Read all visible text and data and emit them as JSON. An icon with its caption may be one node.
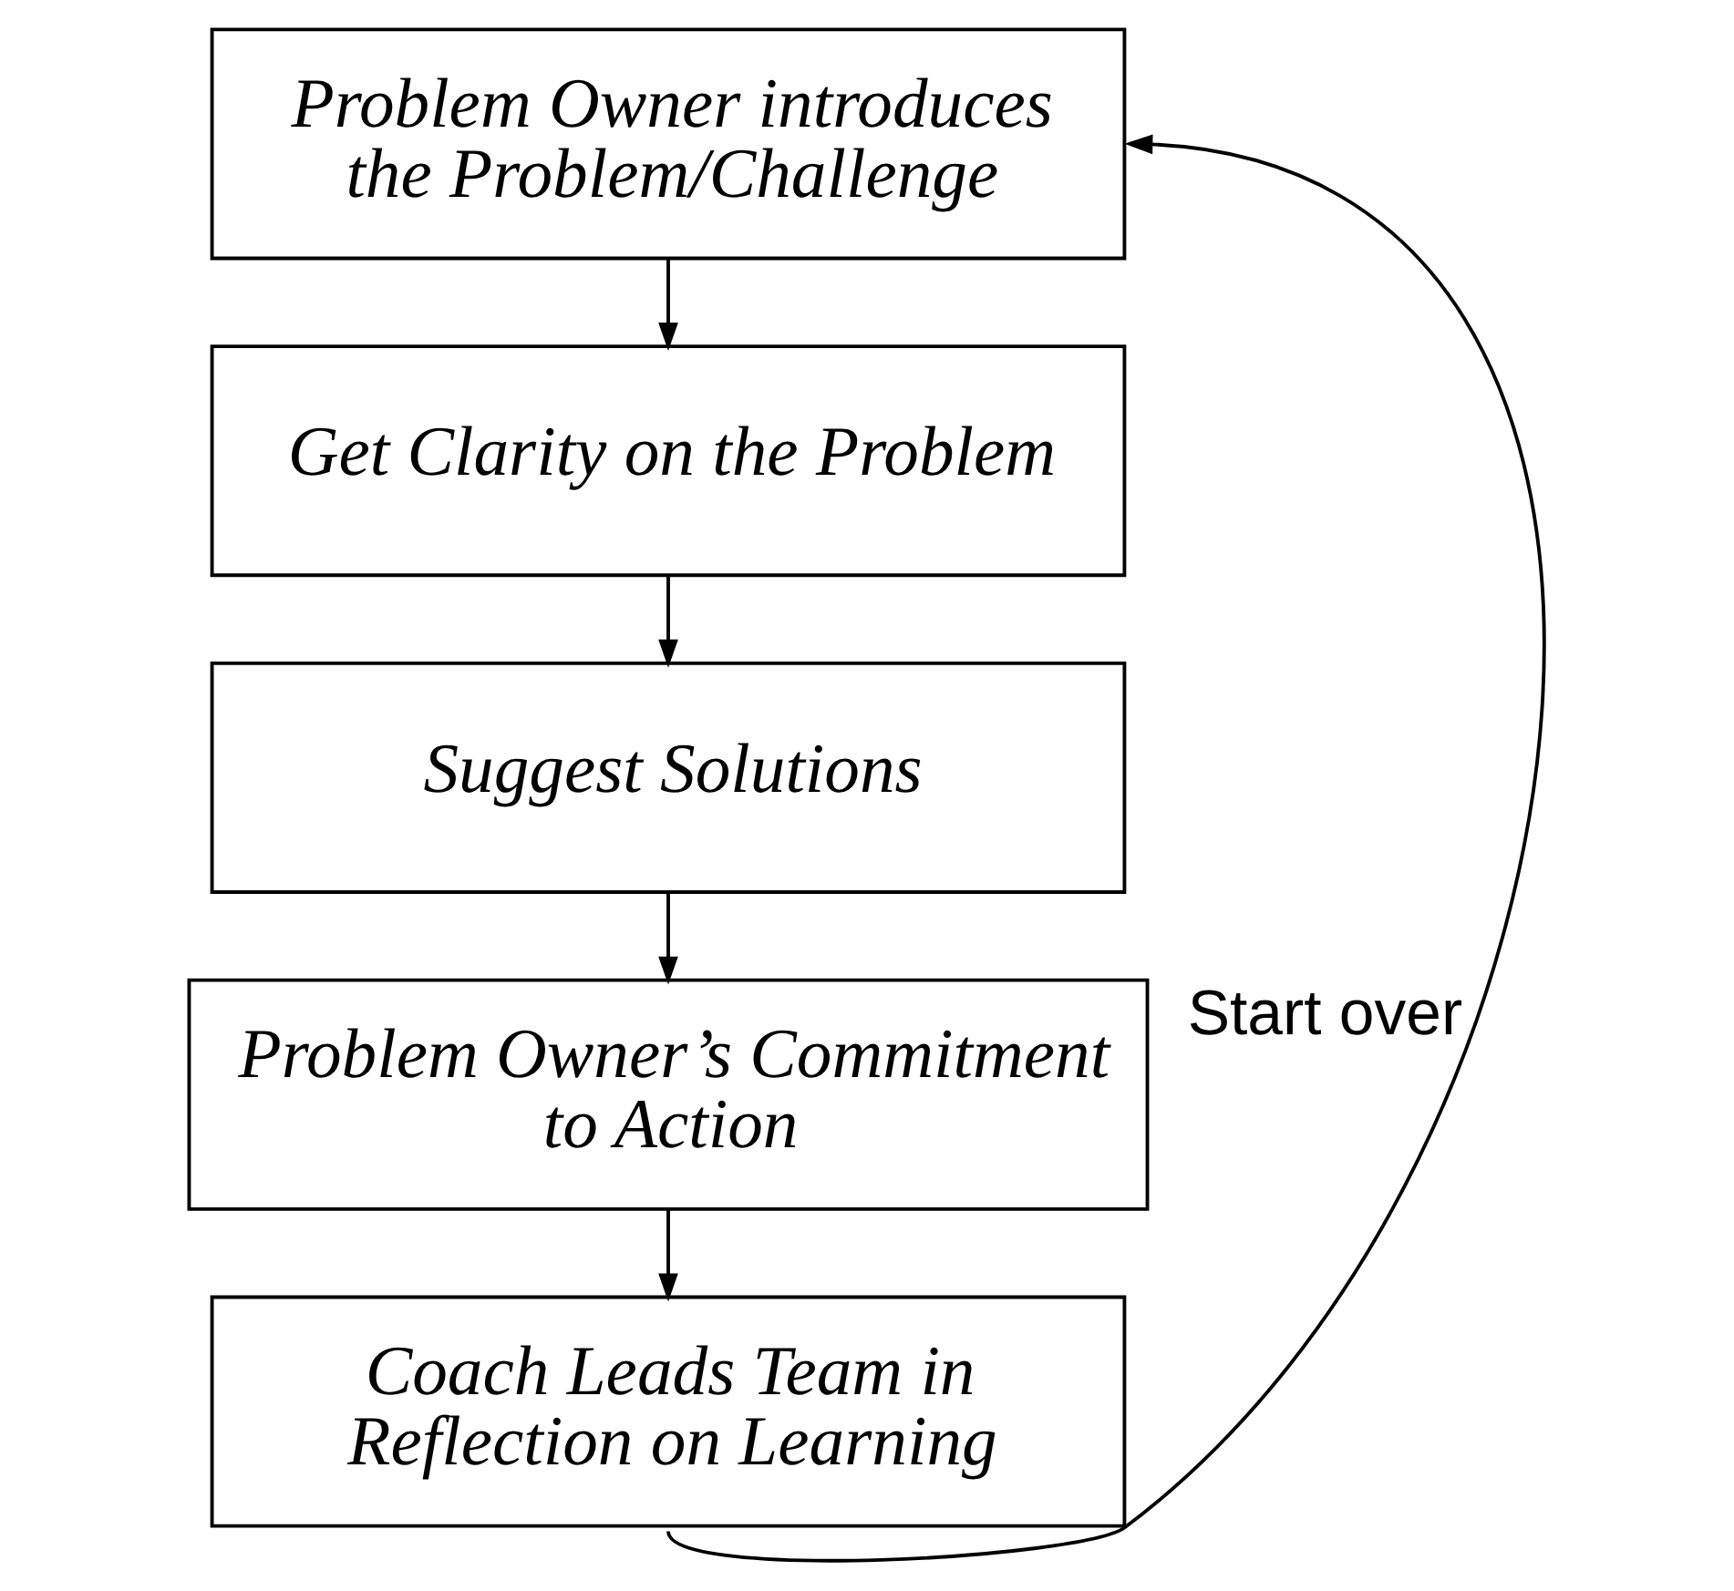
{
  "diagram": {
    "nodes": [
      {
        "text": [
          "Problem Owner introduces the Problem/Challenge"
        ]
      },
      {
        "text": [
          "Get Clarity on the Problem"
        ]
      },
      {
        "text": [
          "Suggest Solutions"
        ]
      },
      {
        "text": [
          "Problem Owner’s Commitment to Action"
        ]
      },
      {
        "text": [
          "Coach Leads Team in Reflection on Learning"
        ]
      }
    ],
    "edges": [
      {
        "from": 0,
        "to": 1,
        "arrow": "to"
      },
      {
        "from": 1,
        "to": 2,
        "arrow": "to"
      },
      {
        "from": 2,
        "to": 3,
        "arrow": "to"
      },
      {
        "from": 3,
        "to": 4,
        "arrow": "to"
      },
      {
        "from": 4,
        "to": 0,
        "arrow": "to",
        "label": "Start over"
      }
    ]
  }
}
